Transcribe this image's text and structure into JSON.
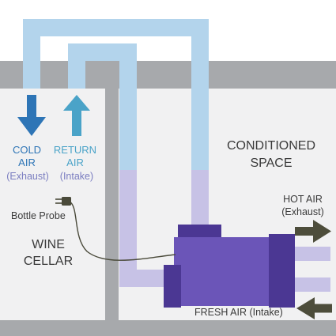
{
  "labels": {
    "cold_air_line1": "COLD",
    "cold_air_line2": "AIR",
    "cold_air_sub": "(Exhaust)",
    "return_air_line1": "RETURN",
    "return_air_line2": "AIR",
    "return_air_sub": "(Intake)",
    "bottle_probe": "Bottle Probe",
    "wine_cellar_line1": "WINE",
    "wine_cellar_line2": "CELLAR",
    "conditioned_line1": "CONDITIONED",
    "conditioned_line2": "SPACE",
    "hot_air_line1": "HOT AIR",
    "hot_air_line2": "(Exhaust)",
    "fresh_air": "FRESH AIR (Intake)"
  },
  "icons": {
    "cold_air_arrow": "arrow-down-icon",
    "return_air_arrow": "arrow-up-icon",
    "hot_air_arrow": "arrow-right-icon",
    "fresh_air_arrow": "arrow-left-icon",
    "probe_plug": "plug-icon"
  },
  "colors": {
    "wall": "#a7a9ac",
    "room_fill": "#f1f1f2",
    "duct_blue": "#b3d4ec",
    "duct_purple": "#c7c2e6",
    "unit_dark": "#4b3793",
    "unit_main": "#6b55b8",
    "cold_arrow": "#2e75b6",
    "return_arrow": "#4aa3c8",
    "cold_text": "#2e75b6",
    "return_text": "#4aa3c8",
    "sub_text": "#7a7dc0",
    "dark_text": "#3a3a3a",
    "exhaust_arrow": "#4d4d3b"
  }
}
